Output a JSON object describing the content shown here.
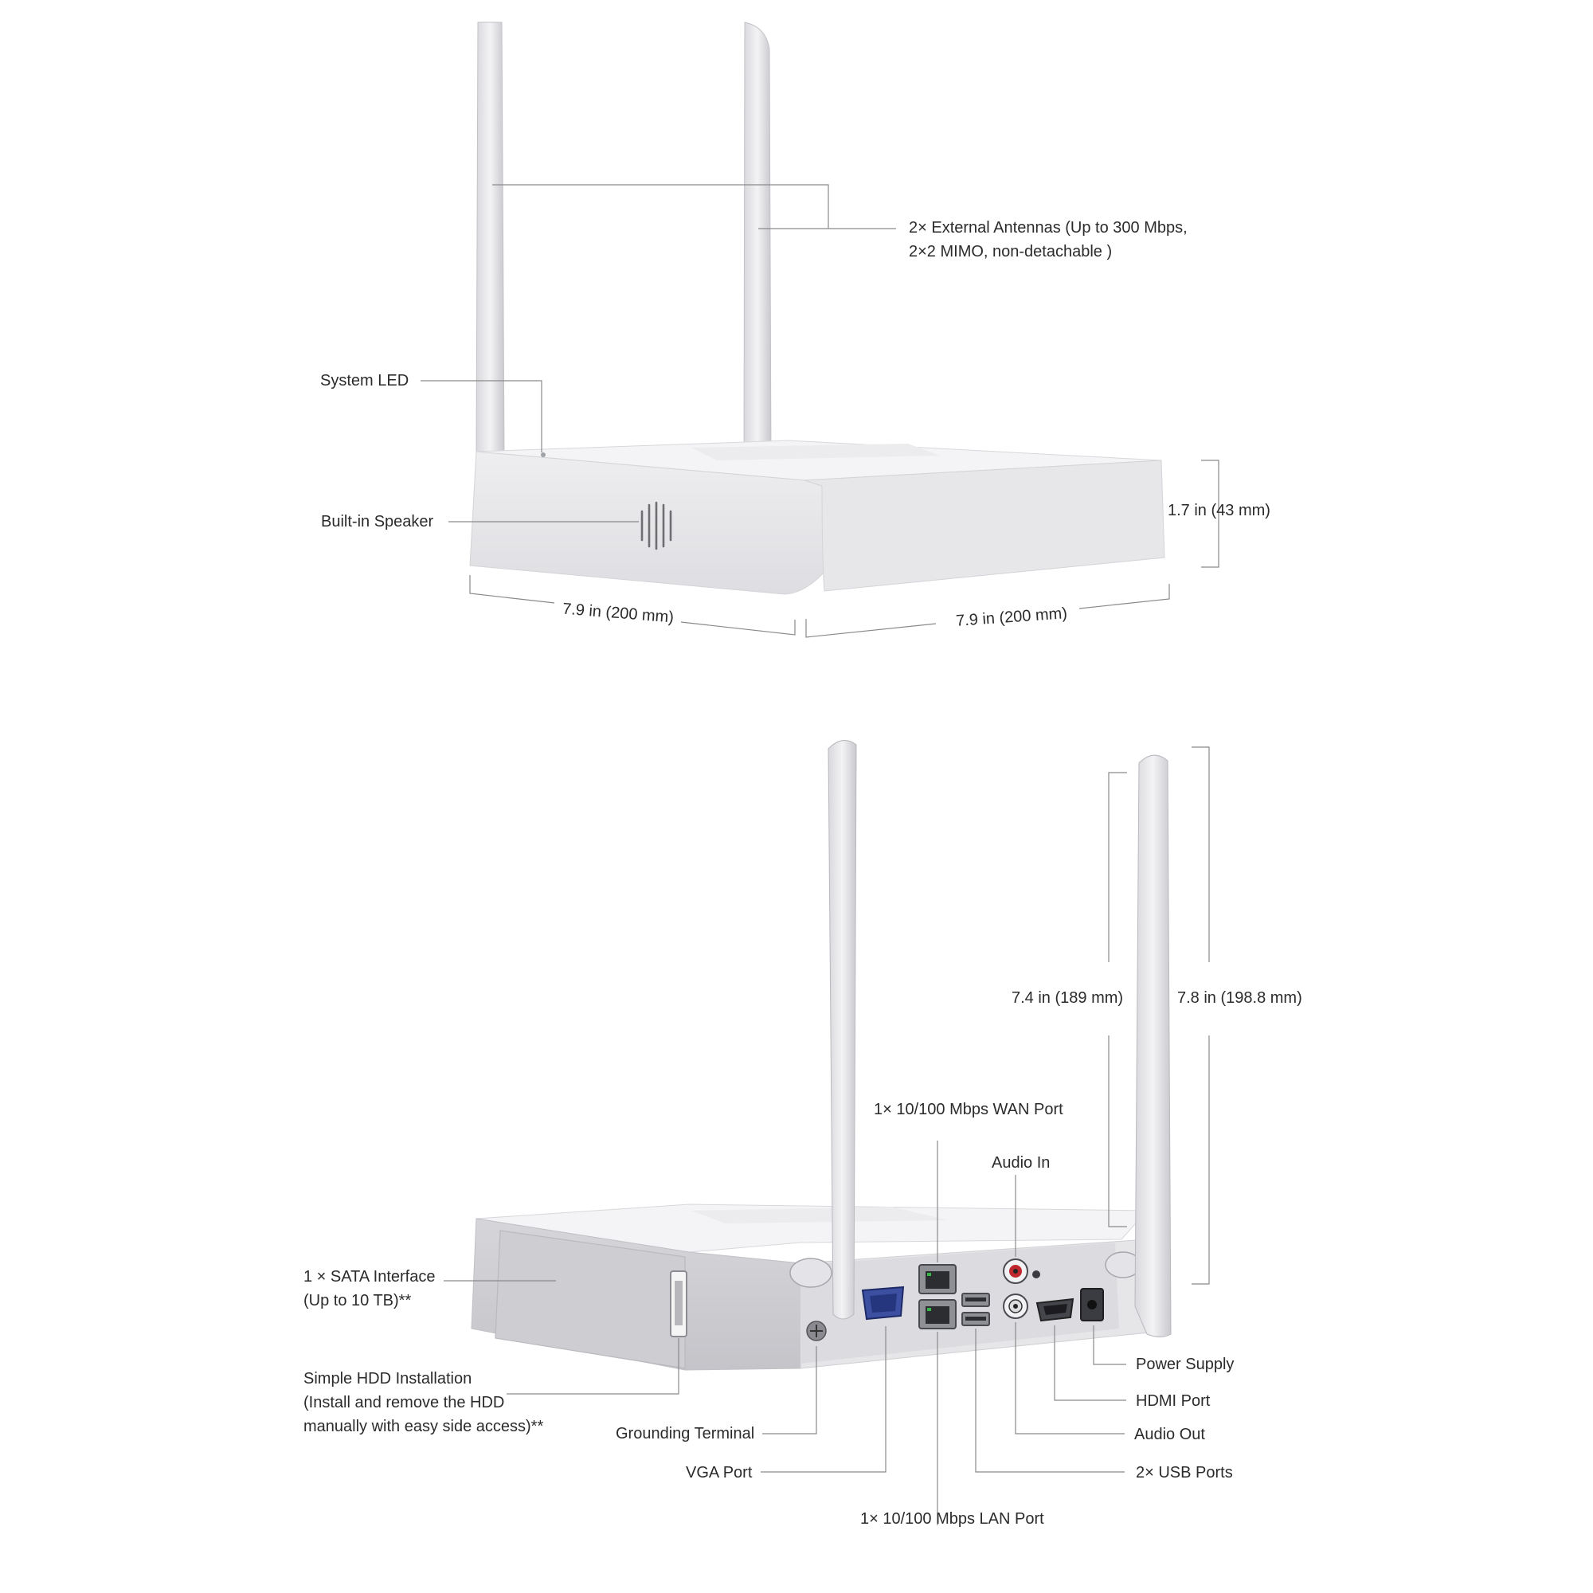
{
  "colors": {
    "background": "#ffffff",
    "device_top": "#f2f2f4",
    "device_front": "#e3e3e6",
    "device_side": "#cfcfd3",
    "callout_line": "#8a8a8a",
    "text": "#2b2b2b"
  },
  "front_view": {
    "antennas_label": [
      "2× External Antennas (Up to 300 Mbps,",
      "2×2 MIMO, non-detachable )"
    ],
    "system_led_label": "System LED",
    "speaker_label": "Built-in Speaker",
    "height_dim": "1.7 in (43 mm)",
    "depth_dim": "7.9 in (200 mm)",
    "width_dim": "7.9 in (200 mm)"
  },
  "rear_view": {
    "sata_label": [
      "1 × SATA Interface",
      "(Up to 10 TB)**"
    ],
    "hdd_label": [
      "Simple HDD Installation",
      "(Install and remove the HDD",
      "manually with easy side access)**"
    ],
    "grounding_label": "Grounding Terminal",
    "vga_label": "VGA Port",
    "lan_label": "1× 10/100 Mbps LAN Port",
    "wan_label": "1× 10/100 Mbps WAN Port",
    "audio_in_label": "Audio In",
    "power_label": "Power Supply",
    "hdmi_label": "HDMI Port",
    "audio_out_label": "Audio Out",
    "usb_label": "2× USB Ports",
    "height_dim_body": "7.4 in (189 mm)",
    "height_dim_total": "7.8 in (198.8 mm)"
  }
}
